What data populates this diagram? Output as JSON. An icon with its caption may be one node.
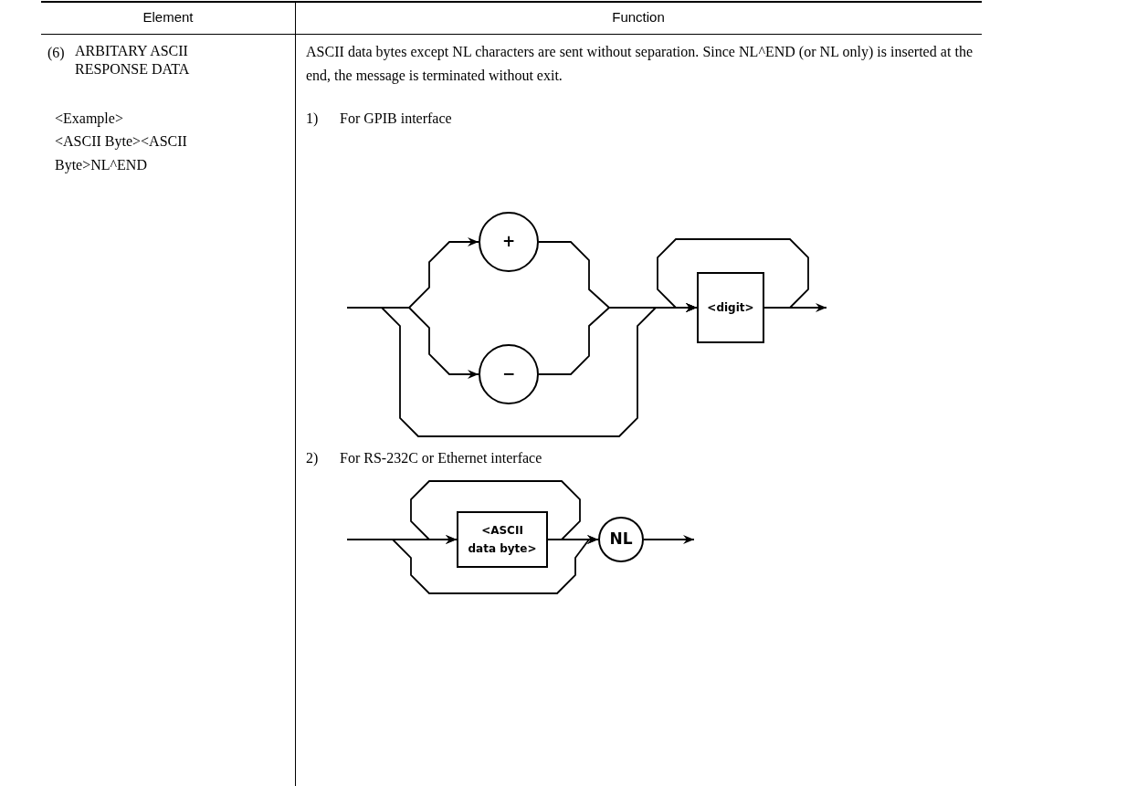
{
  "diagram": {
    "nodes": [
      {
        "text": [
          "+"
        ]
      },
      {
        "text": [
          "−"
        ]
      },
      {
        "text": [
          "<digit>"
        ]
      },
      {
        "text": [
          "<ASCII data byte>"
        ]
      },
      {
        "text": [
          "NL"
        ]
      }
    ],
    "edges": [
      {
        "from": null,
        "to": 0,
        "arrow": "to"
      },
      {
        "from": null,
        "to": 1,
        "arrow": "to"
      },
      {
        "from": null,
        "to": 2,
        "arrow": "to"
      },
      {
        "from": 0,
        "to": 2,
        "arrow": "to"
      },
      {
        "from": 1,
        "to": 2,
        "arrow": "to"
      },
      {
        "from": 2,
        "to": 2,
        "arrow": "to"
      },
      {
        "from": 2,
        "to": null,
        "arrow": "to"
      },
      {
        "from": null,
        "to": 3,
        "arrow": "to"
      },
      {
        "from": 3,
        "to": 3,
        "arrow": "to"
      },
      {
        "from": 3,
        "to": 4,
        "arrow": "to"
      },
      {
        "from": null,
        "to": 4,
        "arrow": "to"
      },
      {
        "from": 4,
        "to": null,
        "arrow": "to"
      }
    ],
    "labels": [
      "Element",
      "Function",
      "(6)",
      "ARBITARY ASCII RESPONSE DATA",
      "<Example>",
      "<ASCII Byte><ASCII Byte>NL^END",
      "ASCII data bytes except NL characters are sent without separation. Since NL^END (or NL only) is inserted at the end, the message is terminated without exit.",
      "1)",
      "For GPIB interface",
      "2)",
      "For RS-232C or Ethernet interface"
    ]
  }
}
